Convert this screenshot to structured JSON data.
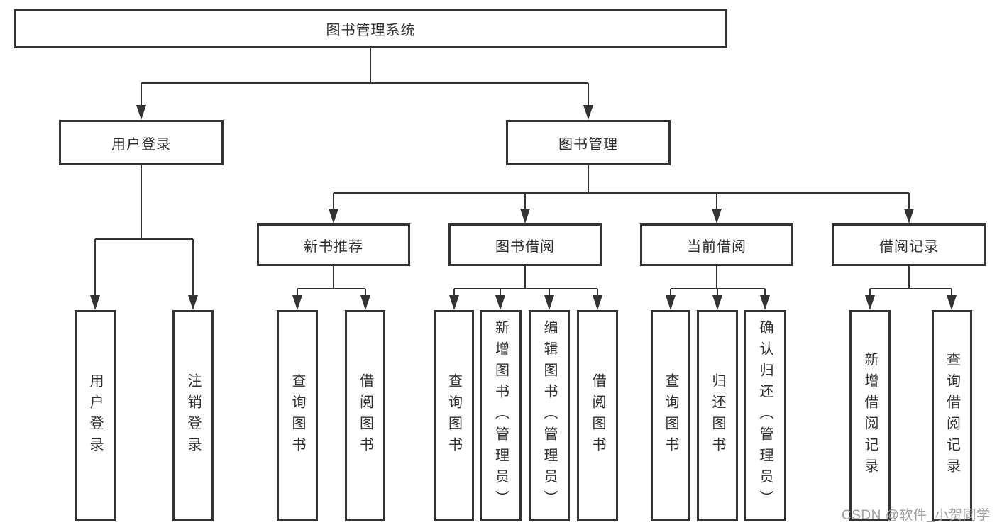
{
  "tree": {
    "label": "图书管理系统",
    "children": [
      {
        "label": "用户登录",
        "children": [
          {
            "label": "用户登录"
          },
          {
            "label": "注销登录"
          }
        ]
      },
      {
        "label": "图书管理",
        "children": [
          {
            "label": "新书推荐",
            "children": [
              {
                "label": "查询图书"
              },
              {
                "label": "借阅图书"
              }
            ]
          },
          {
            "label": "图书借阅",
            "children": [
              {
                "label": "查询图书"
              },
              {
                "label": "新增图书（管理员）"
              },
              {
                "label": "编辑图书（管理员）"
              },
              {
                "label": "借阅图书"
              }
            ]
          },
          {
            "label": "当前借阅",
            "children": [
              {
                "label": "查询图书"
              },
              {
                "label": "归还图书"
              },
              {
                "label": "确认归还（管理员）"
              }
            ]
          },
          {
            "label": "借阅记录",
            "children": [
              {
                "label": "新增借阅记录"
              },
              {
                "label": "查询借阅记录"
              }
            ]
          }
        ]
      }
    ]
  },
  "watermark": {
    "text": "CSDN @软件_小贺同学",
    "color": "#9e9e9e"
  },
  "colors": {
    "line": "#333333",
    "box_background": "#ffffff",
    "text": "#2f2f2f",
    "page_background": "#ffffff"
  }
}
